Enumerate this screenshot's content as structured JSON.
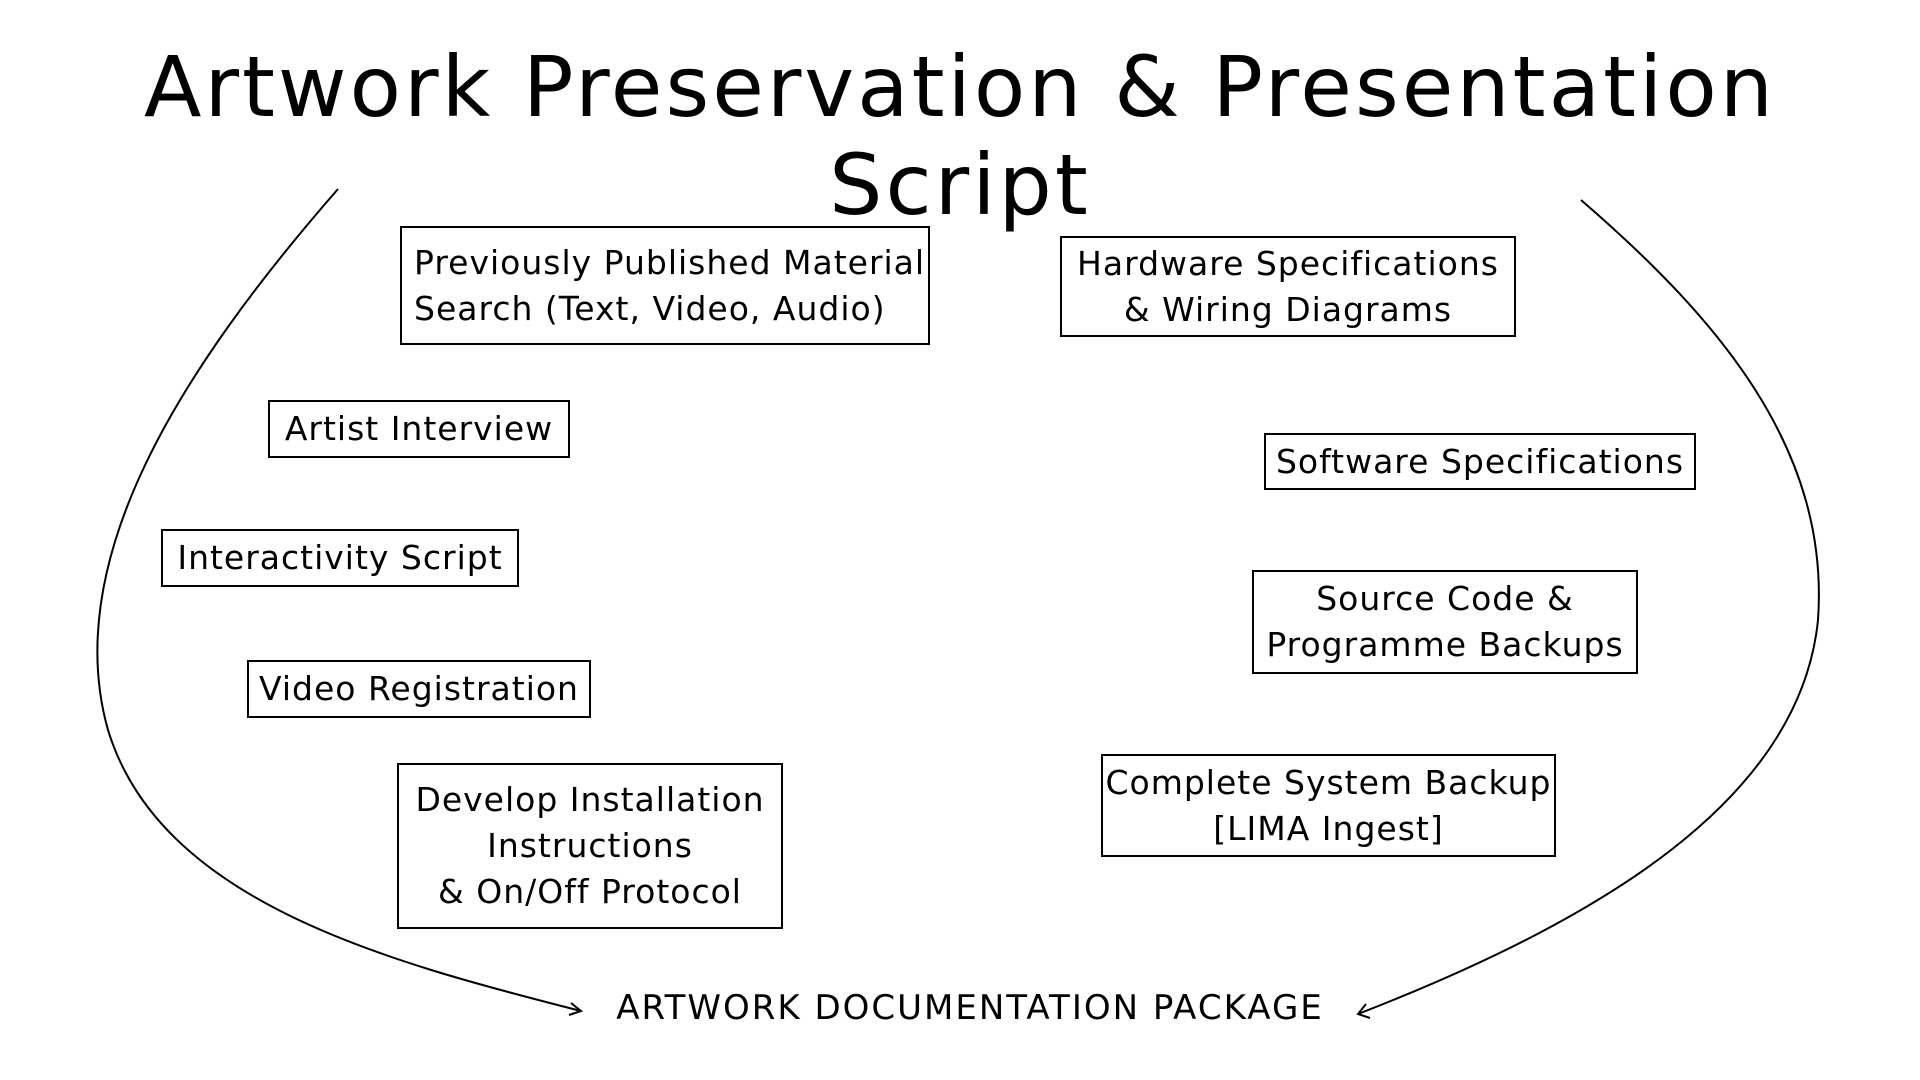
{
  "title": "Artwork Preservation & Presentation Script",
  "left_items": [
    "Previously Published Material\nSearch (Text, Video, Audio)",
    "Artist Interview",
    "Interactivity Script",
    "Video Registration",
    "Develop Installation\nInstructions\n& On/Off Protocol"
  ],
  "right_items": [
    "Hardware Specifications\n& Wiring Diagrams",
    "Software Specifications",
    "Source Code &\nProgramme Backups",
    "Complete System Backup\n[LIMA Ingest]"
  ],
  "footer": "ARTWORK DOCUMENTATION PACKAGE"
}
